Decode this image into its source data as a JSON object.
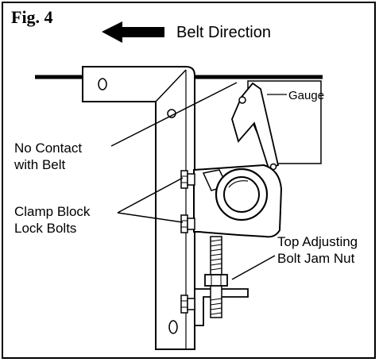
{
  "figure": {
    "title": "Fig. 4",
    "belt_direction": "Belt Direction",
    "labels": {
      "gauge": "Gauge",
      "no_contact_line1": "No Contact",
      "no_contact_line2": "with Belt",
      "clamp_block_line1": "Clamp Block",
      "clamp_block_line2": "Lock Bolts",
      "top_adjusting_line1": "Top Adjusting",
      "top_adjusting_line2": "Bolt Jam Nut"
    }
  },
  "colors": {
    "ink": "#000000",
    "paper": "#ffffff"
  }
}
